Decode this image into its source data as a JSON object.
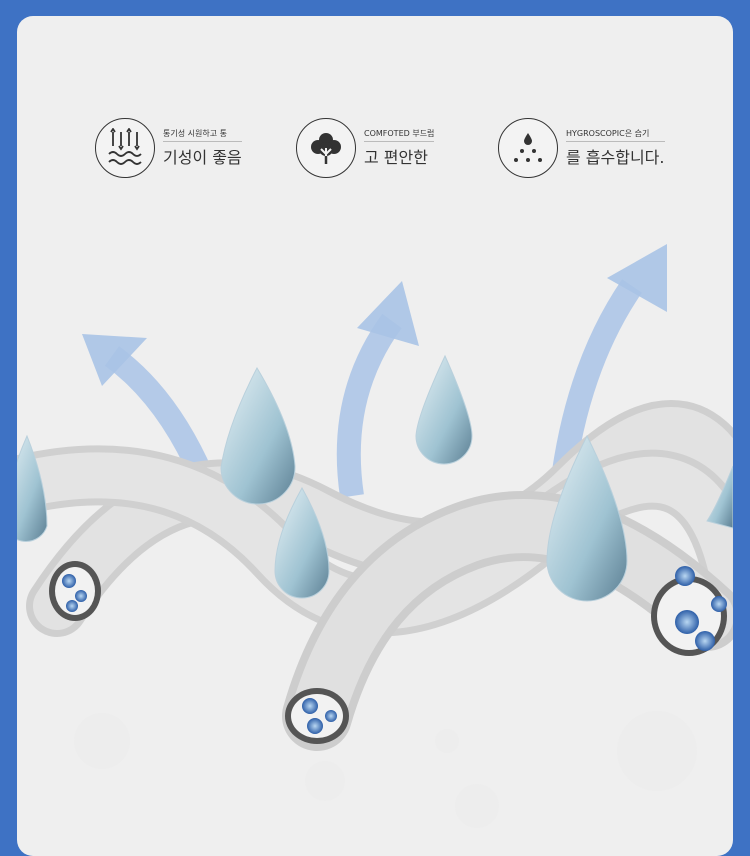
{
  "features": [
    {
      "icon": "breathable-icon",
      "line1": "통기성 시원하고 통",
      "line2": "기성이 좋음"
    },
    {
      "icon": "cotton-icon",
      "line1": "COMFOTED 부드럽",
      "line2": "고 편안한"
    },
    {
      "icon": "moisture-icon",
      "line1": "HYGROSCOPIC은 습기",
      "line2": "를 흡수합니다."
    }
  ],
  "colors": {
    "frame": "#3e72c4",
    "panel": "#efefef",
    "arrow": "#a9c3e6",
    "fiber": "#d9d9d9"
  }
}
